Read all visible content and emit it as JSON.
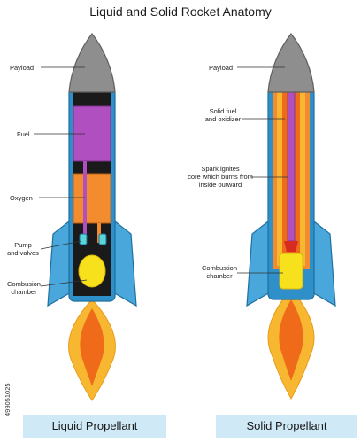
{
  "title": "Liquid and Solid Rocket Anatomy",
  "side_id": "499051025",
  "liquid": {
    "caption": "Liquid Propellant",
    "labels": {
      "payload": "Payload",
      "fuel": "Fuel",
      "oxygen": "Oxygen",
      "pump_1": "Pump",
      "pump_2": "and valves",
      "chamber_1": "Combusion",
      "chamber_2": "chamber"
    }
  },
  "solid": {
    "caption": "Solid Propellant",
    "labels": {
      "payload": "Payload",
      "fuel_1": "Solid fuel",
      "fuel_2": "and oxidizer",
      "spark_1": "Spark ignites",
      "spark_2": "core which burns from",
      "spark_3": "inside outward",
      "chamber_1": "Combustion",
      "chamber_2": "chamber"
    }
  },
  "colors": {
    "nose": "#8e8e8e",
    "body": "#2e8fc9",
    "fin": "#4aa7dc",
    "fuel": "#b04fc0",
    "oxygen": "#f28c2e",
    "flame_outer": "#f7b731",
    "flame_inner": "#ef6b1a",
    "chamber": "#f7e11c",
    "banner": "#cfe9f6"
  }
}
